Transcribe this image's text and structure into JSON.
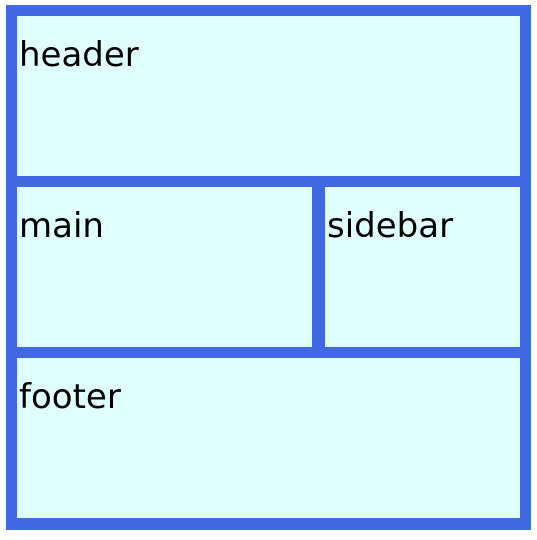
{
  "colors": {
    "border": "#4169e1",
    "cell_background": "#e0ffff",
    "text": "#000000"
  },
  "regions": {
    "header": "header",
    "main": "main",
    "sidebar": "sidebar",
    "footer": "footer"
  }
}
